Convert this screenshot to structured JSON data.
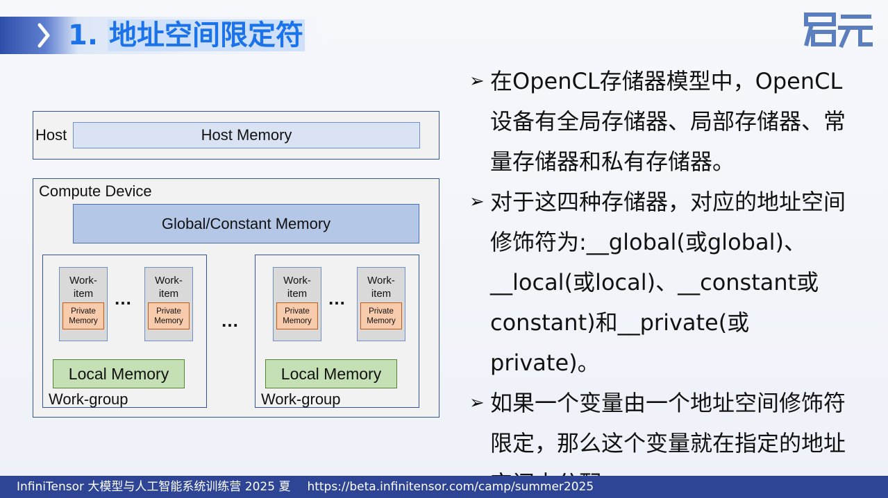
{
  "header": {
    "number": "1.",
    "title": "地址空间限定符"
  },
  "logo": {
    "name": "qiyuan-logo",
    "color": "#5b7fbe"
  },
  "diagram": {
    "host_label": "Host",
    "host_memory": "Host Memory",
    "device_label": "Compute Device",
    "global_memory": "Global/Constant Memory",
    "work_item": "Work-\nitem",
    "private_memory": "Private\nMemory",
    "ellipsis": "…",
    "local_memory": "Local Memory",
    "work_group": "Work-group"
  },
  "bullets": [
    "在OpenCL存储器模型中，OpenCL设备有全局存储器、局部存储器、常量存储器和私有存储器。",
    "对于这四种存储器，对应的地址空间修饰符为:__global(或global)、__local(或local)、__constant或constant)和__private(或private)。",
    "如果一个变量由一个地址空间修饰符限定，那么这个变量就在指定的地址空间中分配。"
  ],
  "bullet_marker": "➢",
  "footer": {
    "text": "InfiniTensor 大模型与人工智能系统训练营 2025 夏",
    "url": "https://beta.infinitensor.com/camp/summer2025"
  },
  "colors": {
    "title": "#1a73e8",
    "footer_bg": "#2e4494",
    "host_memory": "#dae3f3",
    "global_memory": "#b4c7e7",
    "private_memory": "#f8cbad",
    "local_memory": "#c5e0b4"
  }
}
